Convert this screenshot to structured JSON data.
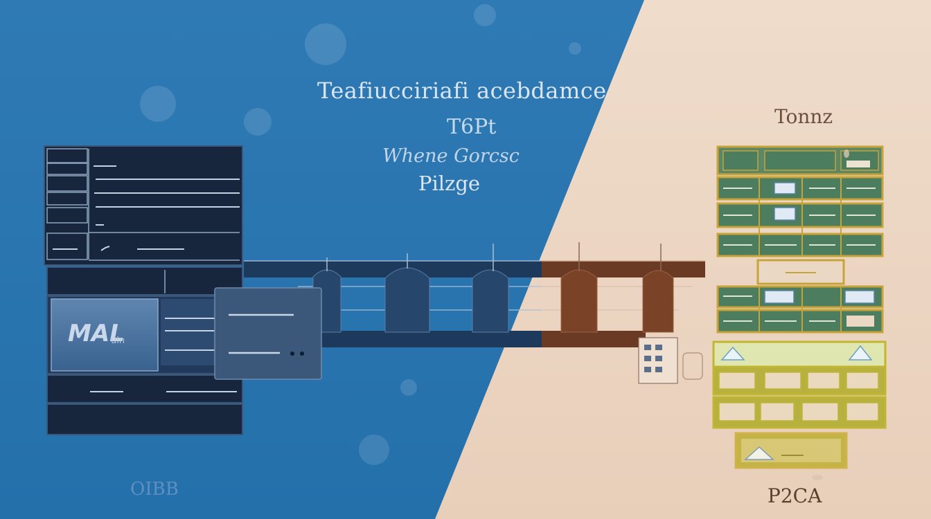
{
  "headline": "Teafiucciriafi acebdamce",
  "subline1": "T6Pt",
  "subline2": "Whene Gorcsc",
  "subline3": "Pilzge",
  "right_label": "Tonnz",
  "bottom_left_label": "OIBB",
  "bottom_right_label": "P2CA",
  "screen_text": "MAL",
  "screen_text_small": "uln",
  "colors": {
    "left_background": "#2a74ad",
    "right_background": "#ecd6c2",
    "dark_panel": "#16253c",
    "green_cell": "#4c7d5e",
    "gold_frame": "#c8a236",
    "bridge_blue": "#1d3a5c",
    "bridge_brown": "#6b3a25"
  }
}
